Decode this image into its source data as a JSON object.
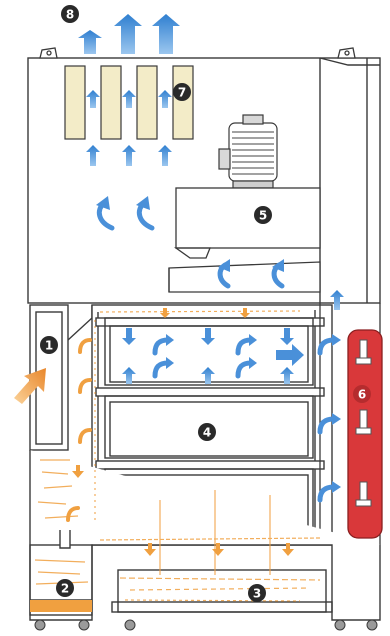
{
  "diagram": {
    "callouts": [
      {
        "id": "c1",
        "number": "1"
      },
      {
        "id": "c2",
        "number": "2"
      },
      {
        "id": "c3",
        "number": "3"
      },
      {
        "id": "c4",
        "number": "4"
      },
      {
        "id": "c5",
        "number": "5"
      },
      {
        "id": "c6",
        "number": "6"
      },
      {
        "id": "c7",
        "number": "7"
      },
      {
        "id": "c8",
        "number": "8"
      }
    ],
    "colors": {
      "line": "#3a3a3a",
      "airflow_blue": "#4a90d9",
      "flour_dust_orange": "#f0a040",
      "filter_beige": "#f3ecc8",
      "heater_red": "#d9383a",
      "badge_dark": "#2a2a2a",
      "badge_light_text": "#ffffff"
    },
    "icons": [
      "arrow-up-icon",
      "arrow-down-icon",
      "curved-arrow-icon",
      "arrow-right-icon",
      "motor-icon",
      "lifting-eye-icon",
      "caster-wheel-icon",
      "thermometer-probe-icon"
    ]
  }
}
